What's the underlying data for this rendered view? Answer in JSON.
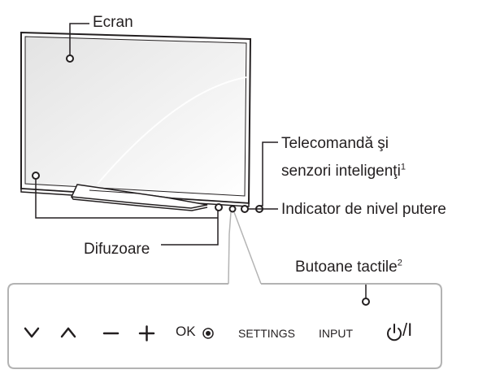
{
  "labels": {
    "screen": "Ecran",
    "remote_sensors_line1": "Telecomandă şi",
    "remote_sensors_line2": "senzori inteligenţi",
    "remote_sensors_sup": "1",
    "power_indicator": "Indicator de nivel putere",
    "speakers": "Difuzoare",
    "touch_buttons": "Butoane tactile",
    "touch_buttons_sup": "2"
  },
  "buttons": {
    "down_icon": "down-arrow",
    "up_icon": "up-arrow",
    "minus": "–",
    "plus": "+",
    "ok": "OK",
    "ok_icon": "circle-dot",
    "settings": "SETTINGS",
    "input": "INPUT",
    "power_icon": "power-symbol",
    "power_bar": "/I"
  },
  "colors": {
    "line": "#231f20",
    "panel_border": "#b3b3b3",
    "screen_fill": "#e6e6e6"
  }
}
